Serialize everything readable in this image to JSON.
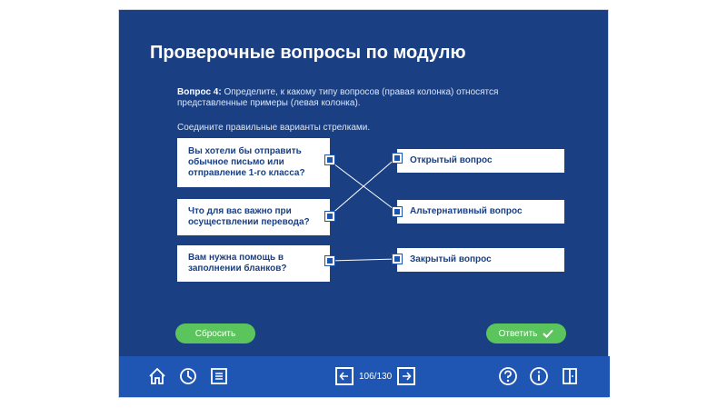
{
  "page": {
    "title": "Проверочные вопросы по модулю",
    "question_label": "Вопрос 4:",
    "question_text": "Определите, к какому типу вопросов (правая колонка) относятся представленные примеры (левая колонка).",
    "instruction": "Соедините правильные варианты стрелками."
  },
  "left_items": [
    "Вы хотели бы отправить обычное письмо или отправление 1-го класса?",
    "Что для вас важно при осуществлении перевода?",
    "Вам нужна помощь в заполнении бланков?"
  ],
  "right_items": [
    "Открытый вопрос",
    "Альтернативный вопрос",
    "Закрытый вопрос"
  ],
  "buttons": {
    "reset": "Сбросить",
    "submit": "Ответить"
  },
  "toolbar": {
    "page_indicator": "106/130",
    "icons": [
      "home-icon",
      "clock-icon",
      "menu-list-icon",
      "prev-arrow-icon",
      "next-arrow-icon",
      "help-icon",
      "info-icon",
      "exit-icon"
    ]
  },
  "colors": {
    "background": "#1a3f82",
    "toolbar": "#1f56b3",
    "button_green": "#5cc45c",
    "card_text": "#1a3f82"
  }
}
